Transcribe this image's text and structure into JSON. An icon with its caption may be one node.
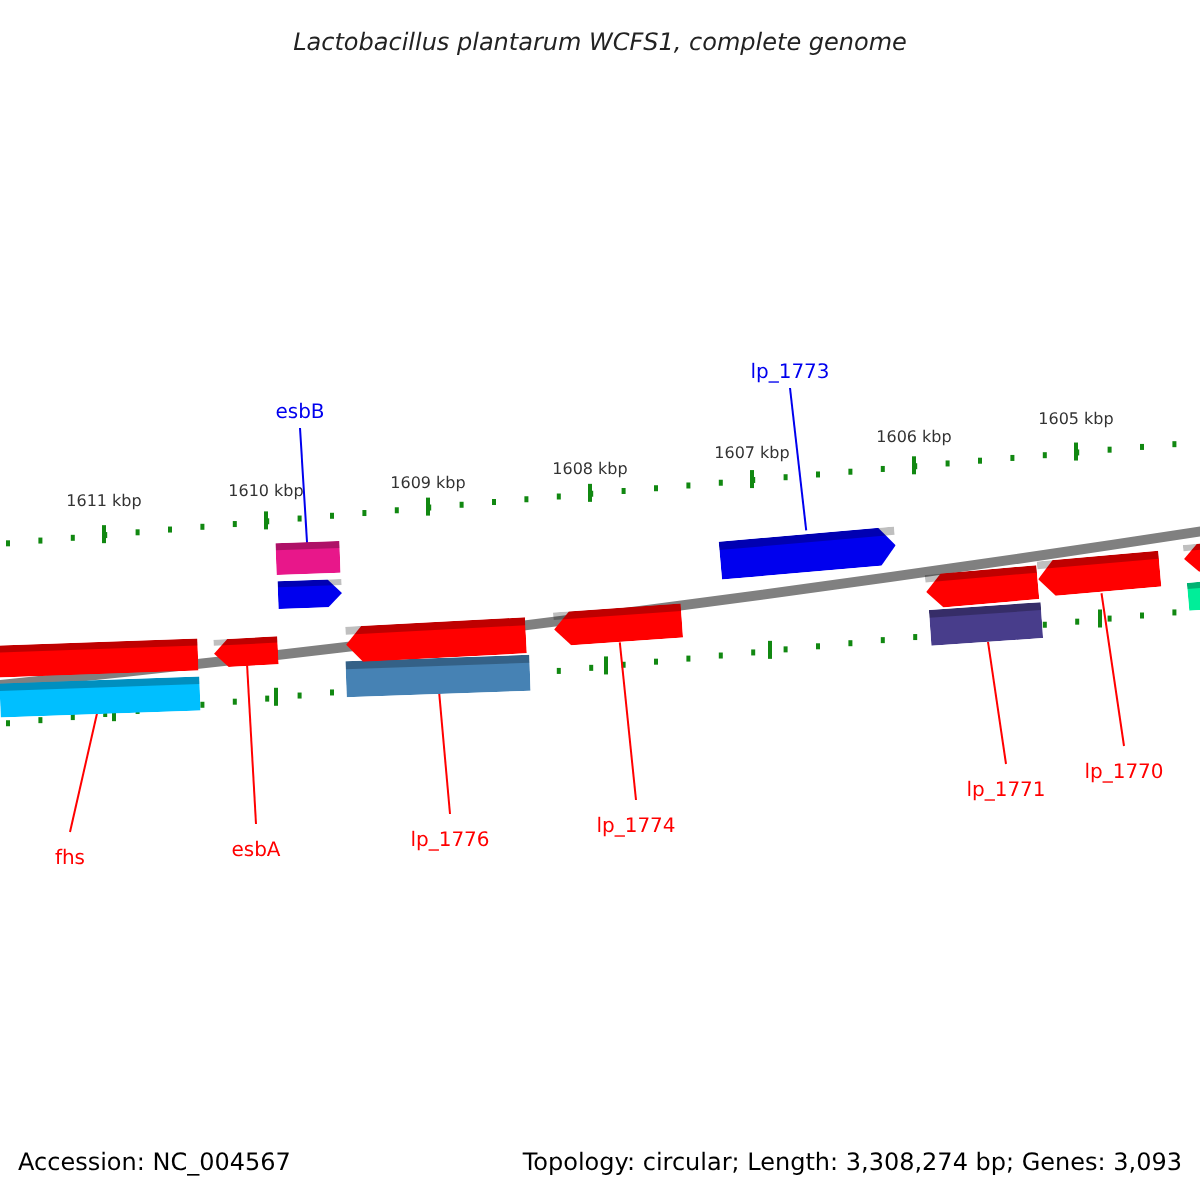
{
  "diagram": {
    "title": "Lactobacillus plantarum WCFS1, complete genome",
    "nodes": [
      {
        "text": [
          "lp_1773"
        ]
      },
      {
        "text": [
          "esbB"
        ]
      },
      {
        "text": [
          "fhs"
        ]
      },
      {
        "text": [
          "esbA"
        ]
      },
      {
        "text": [
          "lp_1776"
        ]
      },
      {
        "text": [
          "lp_1774"
        ]
      },
      {
        "text": [
          "lp_1771"
        ]
      },
      {
        "text": [
          "lp_1770"
        ]
      },
      {
        "text": [],
        "shape": "bar"
      },
      {
        "text": [],
        "shape": "arrow"
      },
      {
        "text": [],
        "shape": "bar"
      },
      {
        "text": [],
        "shape": "arrow"
      },
      {
        "text": [],
        "shape": "bar"
      },
      {
        "text": [],
        "shape": "arrow"
      },
      {
        "text": [],
        "shape": "bar"
      },
      {
        "text": [],
        "shape": "arrow"
      },
      {
        "text": [],
        "shape": "arrow"
      },
      {
        "text": [],
        "shape": "bar"
      },
      {
        "text": [],
        "shape": "arrow"
      },
      {
        "text": [],
        "shape": "arrow"
      },
      {
        "text": [],
        "shape": "bar"
      },
      {
        "text": [],
        "shape": "arrow"
      }
    ],
    "edges": [
      {
        "from": 0,
        "to": 9,
        "arrow": "none",
        "color": "#0000ee"
      },
      {
        "from": 1,
        "to": 8,
        "arrow": "none",
        "color": "#0000ee"
      },
      {
        "from": 2,
        "to": 10,
        "arrow": "none"
      },
      {
        "from": 3,
        "to": 11,
        "arrow": "none"
      },
      {
        "from": 4,
        "to": 12,
        "arrow": "none"
      },
      {
        "from": 5,
        "to": 13,
        "arrow": "none"
      },
      {
        "from": 6,
        "to": 14,
        "arrow": "none"
      },
      {
        "from": 7,
        "to": 15,
        "arrow": "none"
      }
    ],
    "labels": [
      "1611 kbp",
      "1610 kbp",
      "1609 kbp",
      "1608 kbp",
      "1607 kbp",
      "1606 kbp",
      "1605 kbp",
      "Accession: NC_004567",
      "Topology: circular; Length: 3,308,274 bp; Genes: 3,093"
    ]
  }
}
